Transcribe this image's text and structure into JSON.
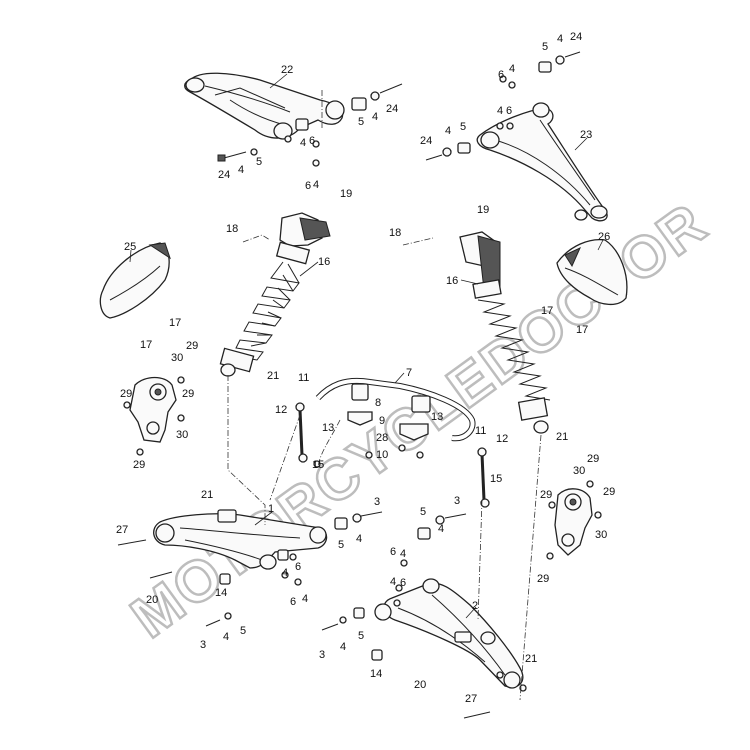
{
  "watermark": "MOTORCYCLEDOCTOR",
  "callouts": [
    {
      "id": "c22",
      "text": "22"
    },
    {
      "id": "c23",
      "text": "23"
    },
    {
      "id": "c24a",
      "text": "24"
    },
    {
      "id": "c24b",
      "text": "24"
    },
    {
      "id": "c24c",
      "text": "24"
    },
    {
      "id": "c24d",
      "text": "24"
    },
    {
      "id": "c5a",
      "text": "5"
    },
    {
      "id": "c5b",
      "text": "5"
    },
    {
      "id": "c5c",
      "text": "5"
    },
    {
      "id": "c5d",
      "text": "5"
    },
    {
      "id": "c4a",
      "text": "4"
    },
    {
      "id": "c4b",
      "text": "4"
    },
    {
      "id": "c4c",
      "text": "4"
    },
    {
      "id": "c4d",
      "text": "4"
    },
    {
      "id": "c4e",
      "text": "4"
    },
    {
      "id": "c4f",
      "text": "4"
    },
    {
      "id": "c4g",
      "text": "4"
    },
    {
      "id": "c4h",
      "text": "4"
    },
    {
      "id": "c6a",
      "text": "6"
    },
    {
      "id": "c6b",
      "text": "6"
    },
    {
      "id": "c6c",
      "text": "6"
    },
    {
      "id": "c6d",
      "text": "6"
    },
    {
      "id": "c19a",
      "text": "19"
    },
    {
      "id": "c19b",
      "text": "19"
    },
    {
      "id": "c18a",
      "text": "18"
    },
    {
      "id": "c18b",
      "text": "18"
    },
    {
      "id": "c16a",
      "text": "16"
    },
    {
      "id": "c16b",
      "text": "16"
    },
    {
      "id": "c25",
      "text": "25"
    },
    {
      "id": "c26",
      "text": "26"
    },
    {
      "id": "c17a",
      "text": "17"
    },
    {
      "id": "c17b",
      "text": "17"
    },
    {
      "id": "c17c",
      "text": "17"
    },
    {
      "id": "c17d",
      "text": "17"
    },
    {
      "id": "c30a",
      "text": "30"
    },
    {
      "id": "c30b",
      "text": "30"
    },
    {
      "id": "c30c",
      "text": "30"
    },
    {
      "id": "c30d",
      "text": "30"
    },
    {
      "id": "c29a",
      "text": "29"
    },
    {
      "id": "c29b",
      "text": "29"
    },
    {
      "id": "c29c",
      "text": "29"
    },
    {
      "id": "c29d",
      "text": "29"
    },
    {
      "id": "c29e",
      "text": "29"
    },
    {
      "id": "c29f",
      "text": "29"
    },
    {
      "id": "c29g",
      "text": "29"
    },
    {
      "id": "c29h",
      "text": "29"
    },
    {
      "id": "c21a",
      "text": "21"
    },
    {
      "id": "c21b",
      "text": "21"
    },
    {
      "id": "c21c",
      "text": "21"
    },
    {
      "id": "c21d",
      "text": "21"
    },
    {
      "id": "c11a",
      "text": "11"
    },
    {
      "id": "c11b",
      "text": "11"
    },
    {
      "id": "c7",
      "text": "7"
    },
    {
      "id": "c8",
      "text": "8"
    },
    {
      "id": "c9",
      "text": "9"
    },
    {
      "id": "c28",
      "text": "28"
    },
    {
      "id": "c10",
      "text": "10"
    },
    {
      "id": "c12a",
      "text": "12"
    },
    {
      "id": "c12b",
      "text": "12"
    },
    {
      "id": "c13a",
      "text": "13"
    },
    {
      "id": "c13b",
      "text": "13"
    },
    {
      "id": "c15a",
      "text": "15"
    },
    {
      "id": "c15b",
      "text": "15"
    },
    {
      "id": "c1",
      "text": "1"
    },
    {
      "id": "c2",
      "text": "2"
    },
    {
      "id": "c27a",
      "text": "27"
    },
    {
      "id": "c27b",
      "text": "27"
    },
    {
      "id": "c20a",
      "text": "20"
    },
    {
      "id": "c20b",
      "text": "20"
    },
    {
      "id": "c14a",
      "text": "14"
    },
    {
      "id": "c14b",
      "text": "14"
    },
    {
      "id": "c3a",
      "text": "3"
    },
    {
      "id": "c3b",
      "text": "3"
    },
    {
      "id": "c3c",
      "text": "3"
    },
    {
      "id": "c3d",
      "text": "3"
    },
    {
      "id": "c4i",
      "text": "4"
    },
    {
      "id": "c4j",
      "text": "4"
    },
    {
      "id": "c4k",
      "text": "4"
    },
    {
      "id": "c4l",
      "text": "4"
    },
    {
      "id": "c4m",
      "text": "4"
    },
    {
      "id": "c4n",
      "text": "4"
    },
    {
      "id": "c4o",
      "text": "4"
    },
    {
      "id": "c4p",
      "text": "4"
    },
    {
      "id": "c5e",
      "text": "5"
    },
    {
      "id": "c5f",
      "text": "5"
    },
    {
      "id": "c5g",
      "text": "5"
    },
    {
      "id": "c5h",
      "text": "5"
    },
    {
      "id": "c6e",
      "text": "6"
    },
    {
      "id": "c6f",
      "text": "6"
    },
    {
      "id": "c6g",
      "text": "6"
    },
    {
      "id": "c6h",
      "text": "6"
    }
  ]
}
